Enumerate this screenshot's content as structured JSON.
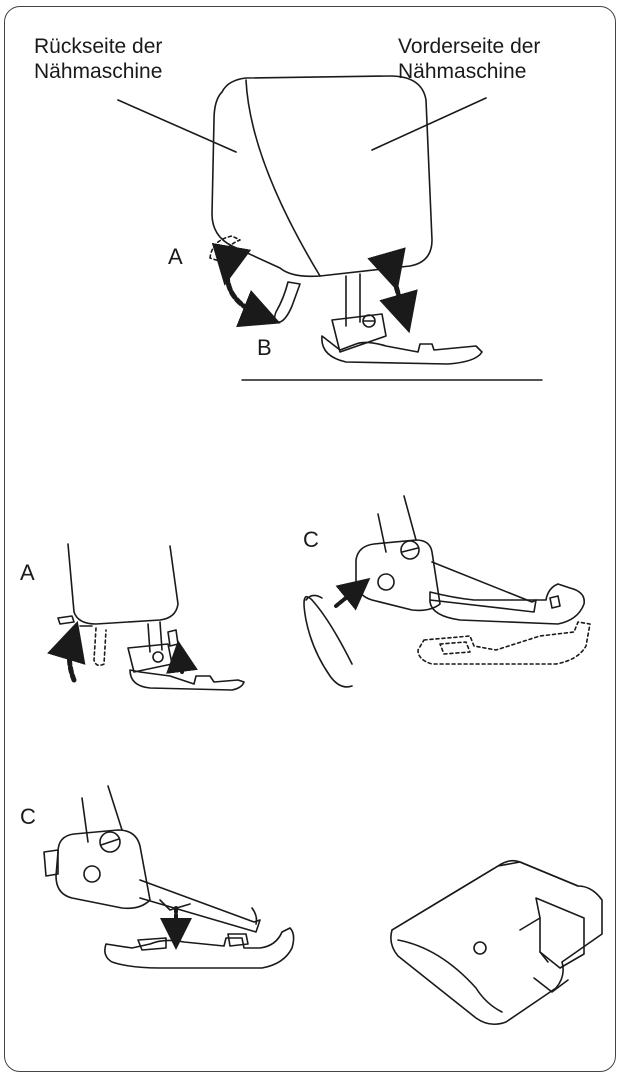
{
  "labels": {
    "back_line1": "Rückseite der",
    "back_line2": "Nähmaschine",
    "front_line1": "Vorderseite der",
    "front_line2": "Nähmaschine",
    "a_top": "A",
    "b_top": "B",
    "a_mid": "A",
    "c_mid": "C",
    "c_bottom": "C"
  },
  "colors": {
    "line": "#1a1a1a",
    "frame": "#444444"
  }
}
